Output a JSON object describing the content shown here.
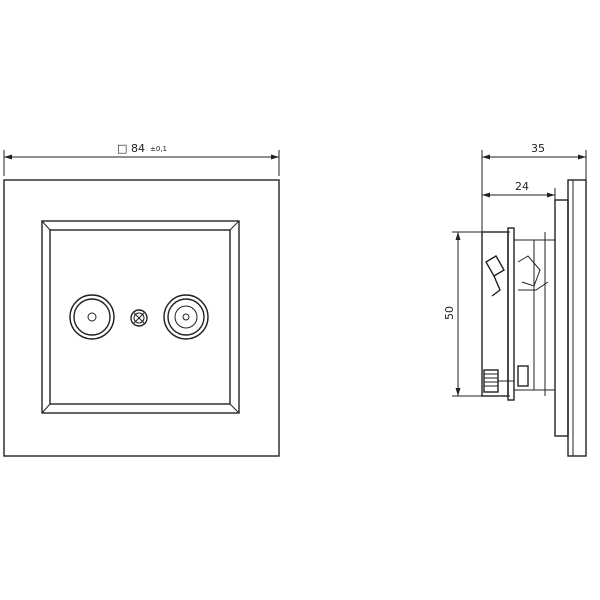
{
  "front_view": {
    "width_symbol": "□",
    "width_value": "84",
    "width_tolerance": "±0,1"
  },
  "side_view": {
    "depth_total": "35",
    "depth_inner": "24",
    "height": "50"
  }
}
